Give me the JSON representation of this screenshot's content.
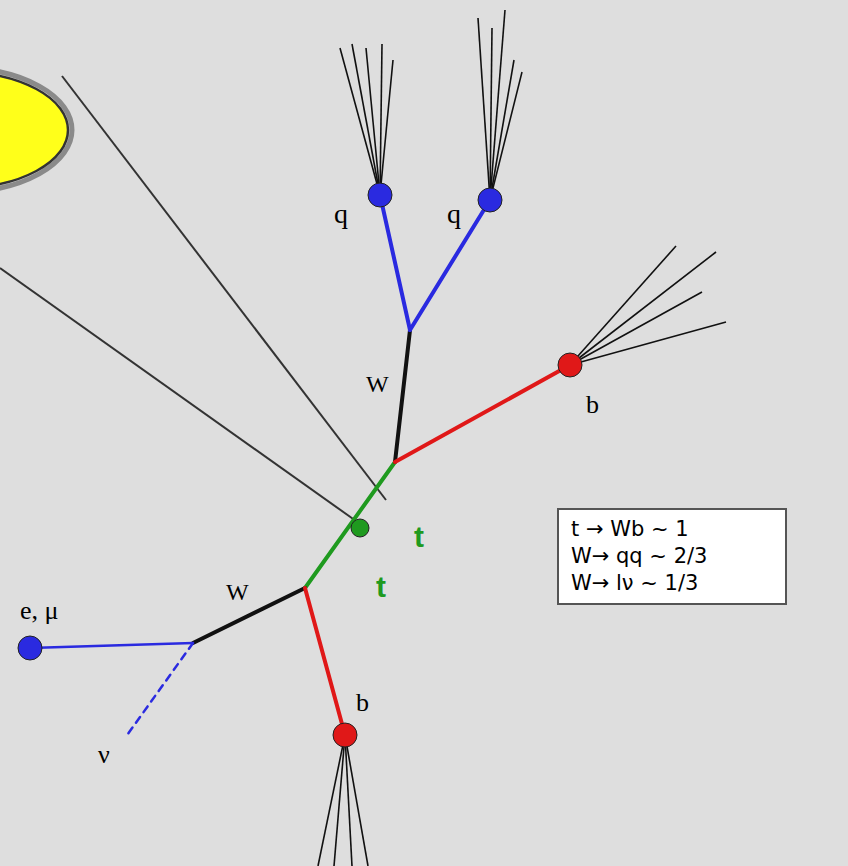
{
  "diagram": {
    "nodes": [
      {
        "text": [
          "t → Wb ~ 1",
          "W→ qq ~ 2/3",
          "W→ lν ~ 1/3"
        ]
      }
    ],
    "labels": [
      "q",
      "q",
      "W",
      "b",
      "t",
      "t",
      "W",
      "e, μ",
      "ν",
      "b"
    ]
  }
}
